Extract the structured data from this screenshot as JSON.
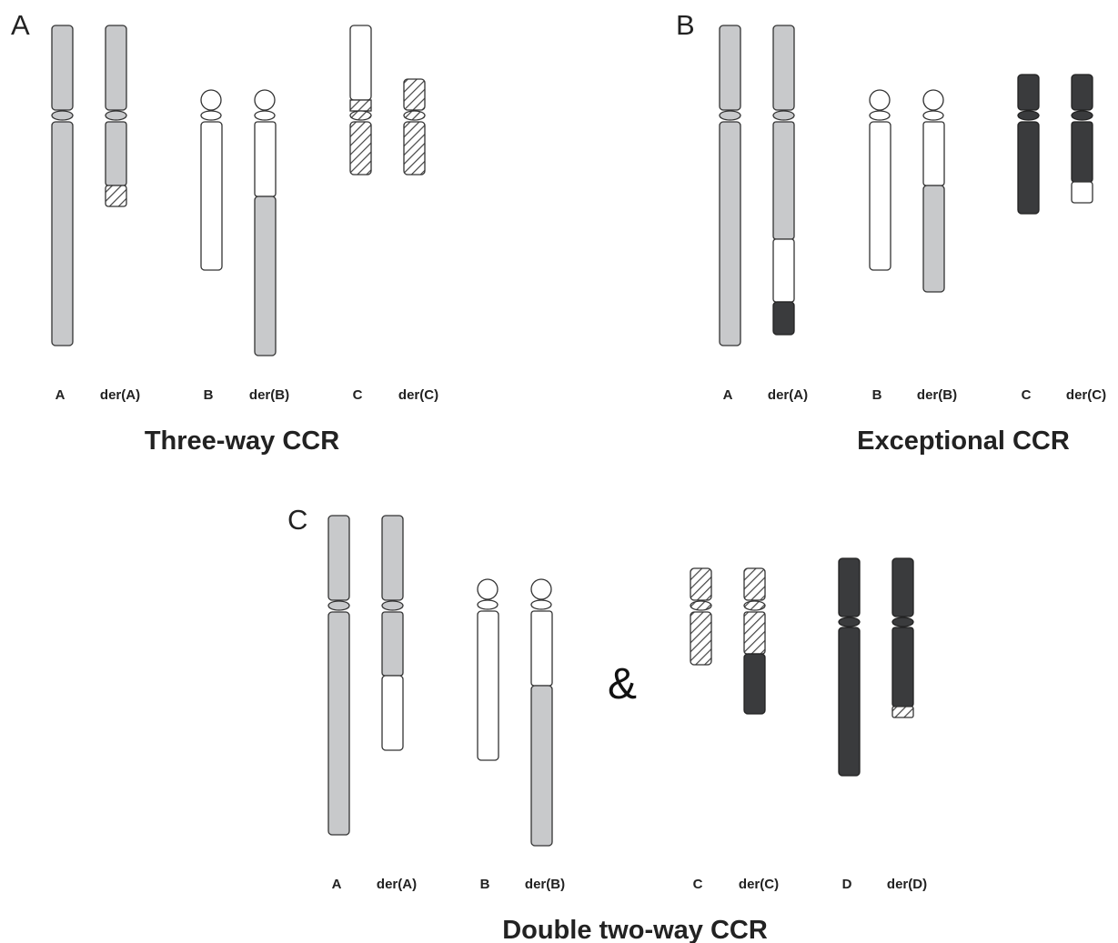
{
  "colors": {
    "A": "#c8c9cb",
    "B": "#ffffff",
    "C": "hatch",
    "D": "#3a3b3d",
    "outline": "#333333"
  },
  "panels": [
    {
      "letter": "A",
      "title": "Three-way CCR",
      "labels": [
        "A",
        "der(A)",
        "B",
        "der(B)",
        "C",
        "der(C)"
      ]
    },
    {
      "letter": "B",
      "title": "Exceptional CCR",
      "labels": [
        "A",
        "der(A)",
        "B",
        "der(B)",
        "C",
        "der(C)"
      ]
    },
    {
      "letter": "C",
      "title": "Double two-way CCR",
      "labels": [
        "A",
        "der(A)",
        "B",
        "der(B)",
        "C",
        "der(C)",
        "D",
        "der(D)"
      ],
      "connector": "&"
    }
  ]
}
